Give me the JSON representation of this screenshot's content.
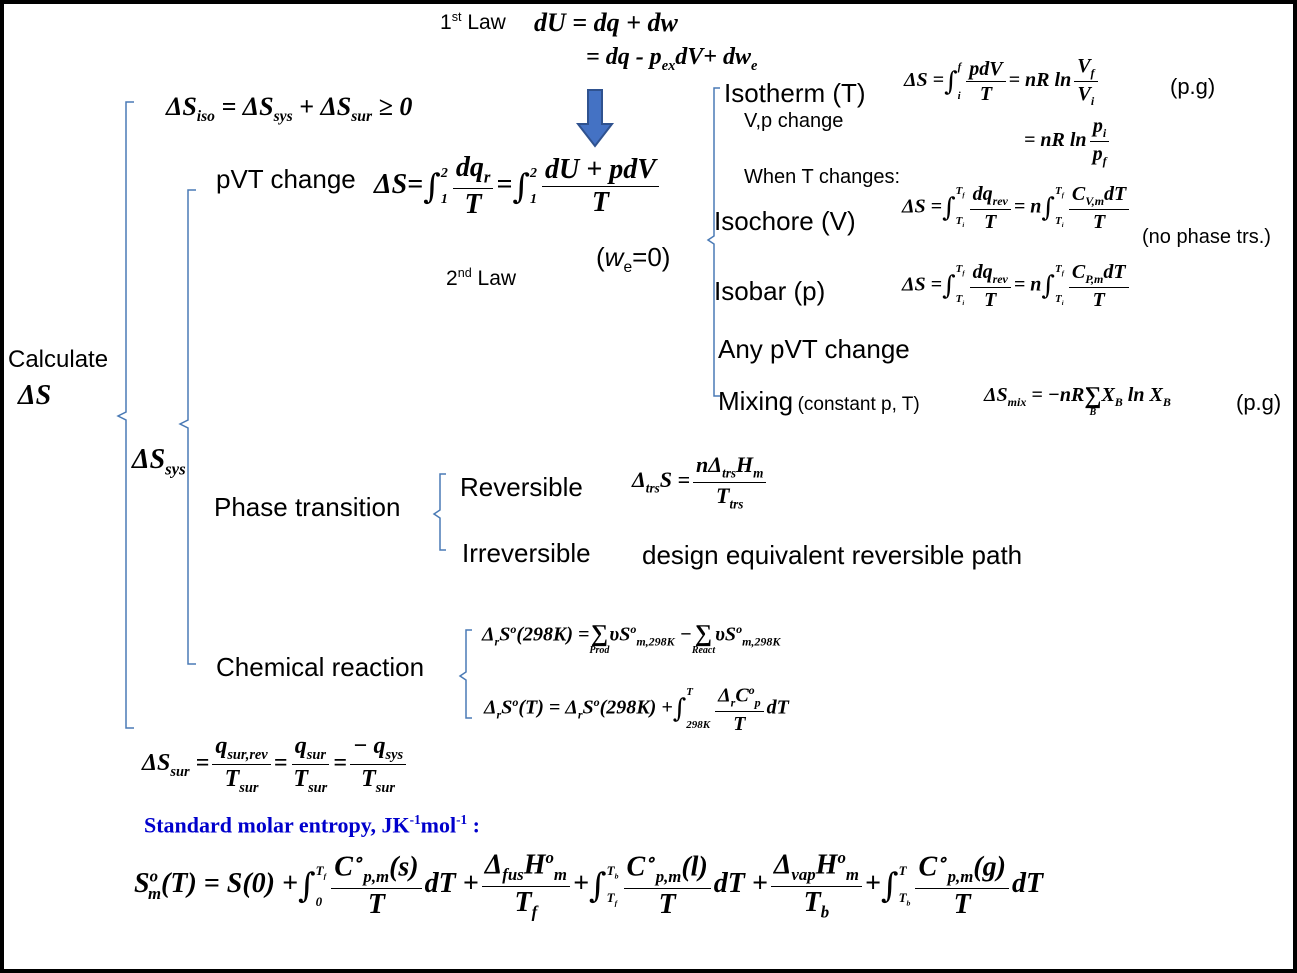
{
  "header": {
    "first_law_label": "1st Law",
    "second_law_label": "2nd Law"
  },
  "branches": {
    "calculate": "Calculate",
    "pvt_change": "pVT change",
    "phase_transition": "Phase transition",
    "chemical_reaction": "Chemical reaction",
    "isotherm": "Isotherm (T)",
    "vp_change": "V,p change",
    "when_t_changes": "When T changes:",
    "isochore": "Isochore (V)",
    "isobar": "Isobar (p)",
    "any_pvt": "Any pVT change",
    "mixing": "Mixing",
    "mixing_cond": "(constant p, T)",
    "reversible": "Reversible",
    "irreversible": "Irreversible",
    "design_path": "design equivalent reversible path",
    "we_zero": "(we=0)",
    "pg1": "(p.g)",
    "pg2": "(p.g)",
    "no_phase": "(no phase trs.)"
  },
  "footer": {
    "std_molar_label": "Standard molar entropy, JK-1mol-1 :"
  },
  "colors": {
    "arrow_fill": "#4472C4",
    "arrow_stroke": "#2F528F",
    "bracket": "#4a7ab5",
    "std_label": "#0000CC"
  }
}
